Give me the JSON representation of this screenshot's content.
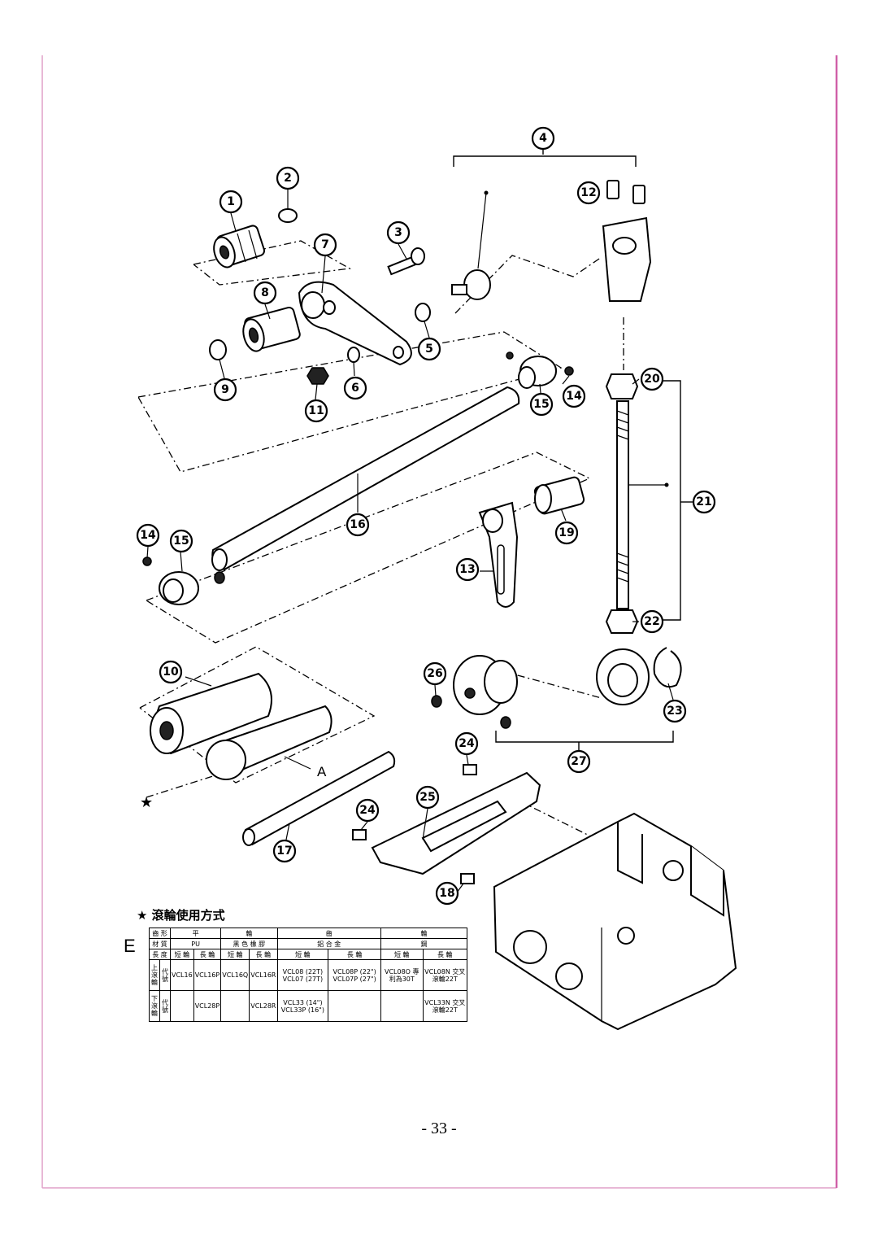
{
  "page": {
    "number_text": "- 33 -",
    "section_letter": "E",
    "frame_color": "#d060a8"
  },
  "diagram": {
    "callouts": [
      "1",
      "2",
      "3",
      "4",
      "5",
      "6",
      "7",
      "8",
      "9",
      "10",
      "11",
      "12",
      "13",
      "14",
      "14",
      "15",
      "15",
      "16",
      "17",
      "18",
      "19",
      "20",
      "21",
      "22",
      "23",
      "24",
      "24",
      "25",
      "26",
      "27"
    ],
    "letter_A": "A",
    "star_symbol": "★"
  },
  "usage_table": {
    "title": "★ 滾輪使用方式",
    "header_row_1": [
      "齒 形",
      "平",
      "輪",
      "齒",
      "輪"
    ],
    "header_row_2": [
      "材 質",
      "PU",
      "黑 色 橡 膠",
      "鋁 合 金",
      "鋼"
    ],
    "header_row_3": [
      "長 度",
      "短 輪",
      "長 輪",
      "短 輪",
      "長 輪",
      "短 輪",
      "長 輪",
      "短 輪",
      "長 輪"
    ],
    "upper_row": {
      "label_a": "上 滾 輪",
      "label_b": "代 號",
      "cells": [
        "VCL16",
        "VCL16P",
        "VCL16Q",
        "VCL16R",
        "VCL08 (22T) VCL07 (27T)",
        "VCL08P (22\") VCL07P (27\")",
        "VCL08O 專利為30T",
        "VCL08N 交叉滾輪22T"
      ]
    },
    "lower_row": {
      "label_a": "下 滾 輪",
      "label_b": "代 號",
      "cells": [
        "",
        "VCL28P",
        "",
        "VCL28R",
        "VCL33 (14\") VCL33P (16\")",
        "",
        "",
        "VCL33N 交叉滾輪22T"
      ]
    }
  }
}
